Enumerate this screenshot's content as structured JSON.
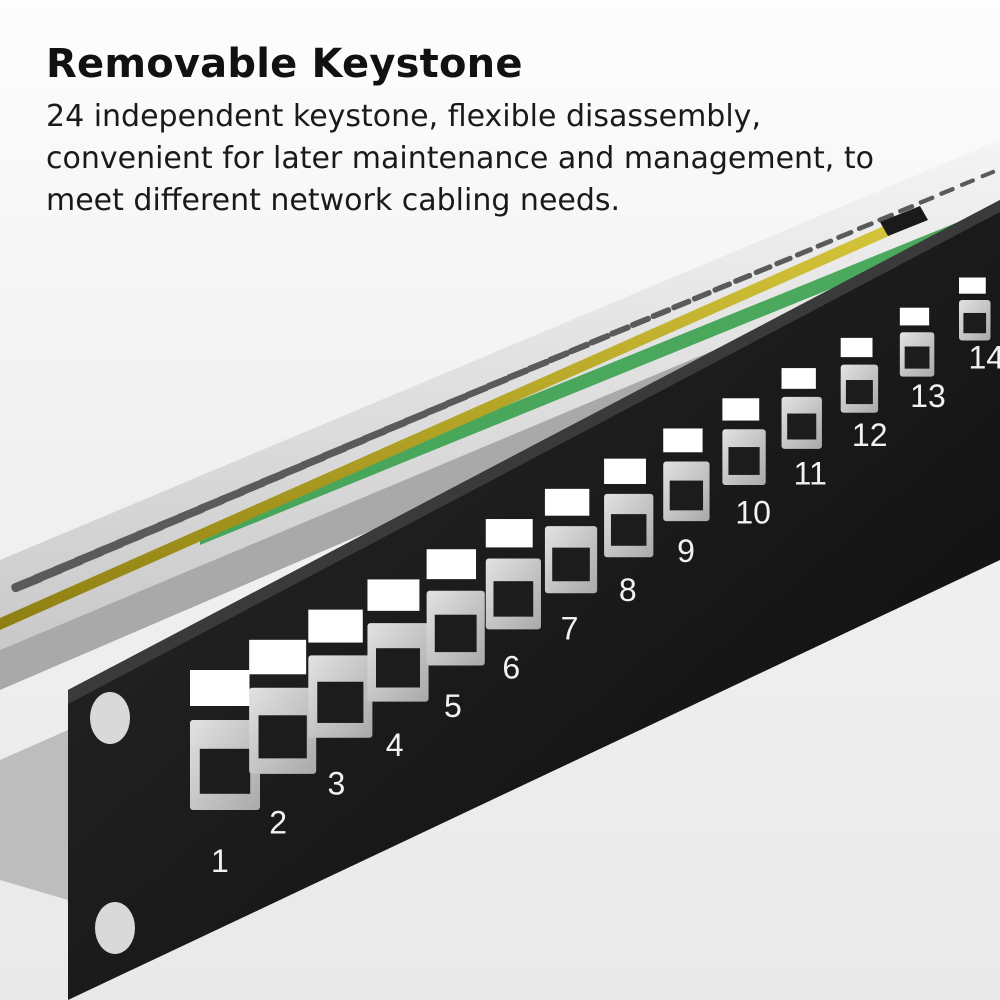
{
  "headline": "Removable Keystone",
  "description": "24 independent keystone, flexible disassembly, convenient for later maintenance and management, to meet different network cabling needs.",
  "port_numbers": [
    "1",
    "2",
    "3",
    "4",
    "5",
    "6",
    "7",
    "8",
    "9",
    "10",
    "11",
    "12",
    "13",
    "14"
  ],
  "colors": {
    "panel": "#111111",
    "tray": "#e8e8e8",
    "cable": "#b7a520",
    "pcb": "#2f9d45",
    "jack": "#c8c8c8",
    "text": "#111111"
  }
}
